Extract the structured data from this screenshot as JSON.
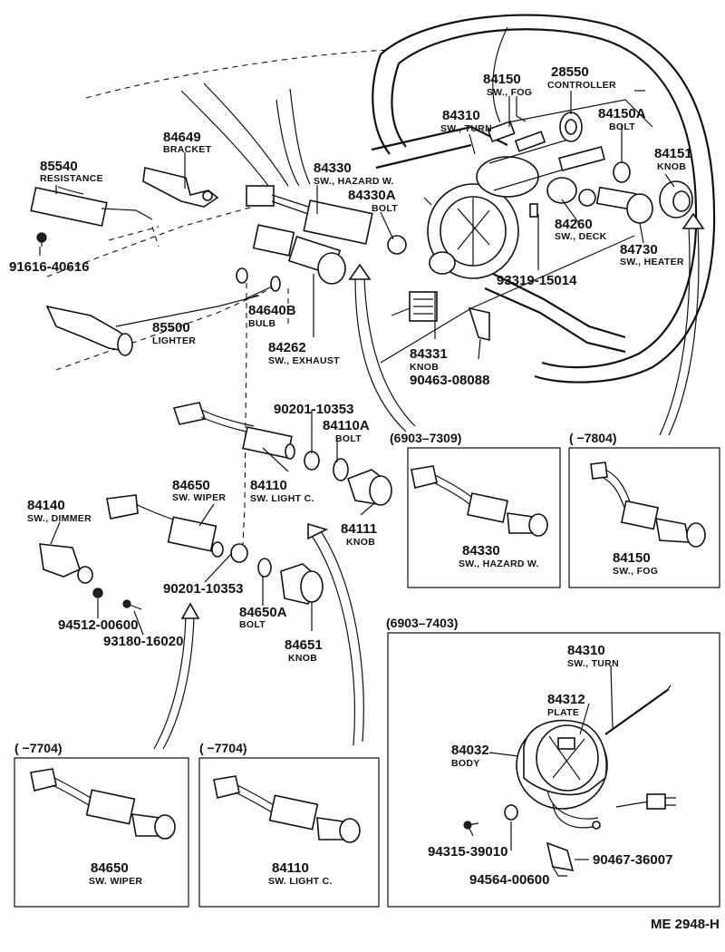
{
  "parts": [
    {
      "key": "p84150_top",
      "number": "84150",
      "name": "SW., FOG"
    },
    {
      "key": "p28550",
      "number": "28550",
      "name": "CONTROLLER"
    },
    {
      "key": "p84310_top",
      "number": "84310",
      "name": "SW., TURN"
    },
    {
      "key": "p84150A",
      "number": "84150A",
      "name": "BOLT"
    },
    {
      "key": "p84151",
      "number": "84151",
      "name": "KNOB"
    },
    {
      "key": "p84649",
      "number": "84649",
      "name": "BRACKET"
    },
    {
      "key": "p85540",
      "number": "85540",
      "name": "RESISTANCE"
    },
    {
      "key": "p84330_top",
      "number": "84330",
      "name": "SW., HAZARD W."
    },
    {
      "key": "p84330A",
      "number": "84330A",
      "name": "BOLT"
    },
    {
      "key": "p84260",
      "number": "84260",
      "name": "SW., DECK"
    },
    {
      "key": "p84730",
      "number": "84730",
      "name": "SW., HEATER"
    },
    {
      "key": "p91616",
      "number": "91616-40616",
      "name": ""
    },
    {
      "key": "p93319",
      "number": "93319-15014",
      "name": ""
    },
    {
      "key": "p84640B",
      "number": "84640B",
      "name": "BULB"
    },
    {
      "key": "p85500",
      "number": "85500",
      "name": "LIGHTER"
    },
    {
      "key": "p84262",
      "number": "84262",
      "name": "SW., EXHAUST"
    },
    {
      "key": "p84331",
      "number": "84331",
      "name": "KNOB"
    },
    {
      "key": "p90463",
      "number": "90463-08088",
      "name": ""
    },
    {
      "key": "p90201_a",
      "number": "90201-10353",
      "name": ""
    },
    {
      "key": "p84110A",
      "number": "84110A",
      "name": "BOLT"
    },
    {
      "key": "p84110_main",
      "number": "84110",
      "name": "SW. LIGHT C."
    },
    {
      "key": "p84111",
      "number": "84111",
      "name": "KNOB"
    },
    {
      "key": "p84650_main",
      "number": "84650",
      "name": "SW. WIPER"
    },
    {
      "key": "p84140",
      "number": "84140",
      "name": "SW., DIMMER"
    },
    {
      "key": "p90201_b",
      "number": "90201-10353",
      "name": ""
    },
    {
      "key": "p84650A",
      "number": "84650A",
      "name": "BOLT"
    },
    {
      "key": "p84651",
      "number": "84651",
      "name": "KNOB"
    },
    {
      "key": "p94512",
      "number": "94512-00600",
      "name": ""
    },
    {
      "key": "p93180",
      "number": "93180-16020",
      "name": ""
    }
  ],
  "insets": [
    {
      "key": "inset_hazard",
      "range": "(6903–7309)",
      "number": "84330",
      "name": "SW., HAZARD W."
    },
    {
      "key": "inset_fog",
      "range": "(       −7804)",
      "number": "84150",
      "name": "SW., FOG"
    },
    {
      "key": "inset_wiper",
      "range": "(       −7704)",
      "number": "84650",
      "name": "SW. WIPER"
    },
    {
      "key": "inset_light",
      "range": "(       −7704)",
      "number": "84110",
      "name": "SW. LIGHT C."
    },
    {
      "key": "inset_turn",
      "range": "(6903–7403)",
      "labels": [
        {
          "number": "84310",
          "name": "SW., TURN"
        },
        {
          "number": "84312",
          "name": "PLATE"
        },
        {
          "number": "84032",
          "name": "BODY"
        },
        {
          "number": "94315-39010",
          "name": ""
        },
        {
          "number": "94564-00600",
          "name": ""
        },
        {
          "number": "90467-36007",
          "name": ""
        }
      ]
    }
  ],
  "diagram_code": "ME  2948-H"
}
